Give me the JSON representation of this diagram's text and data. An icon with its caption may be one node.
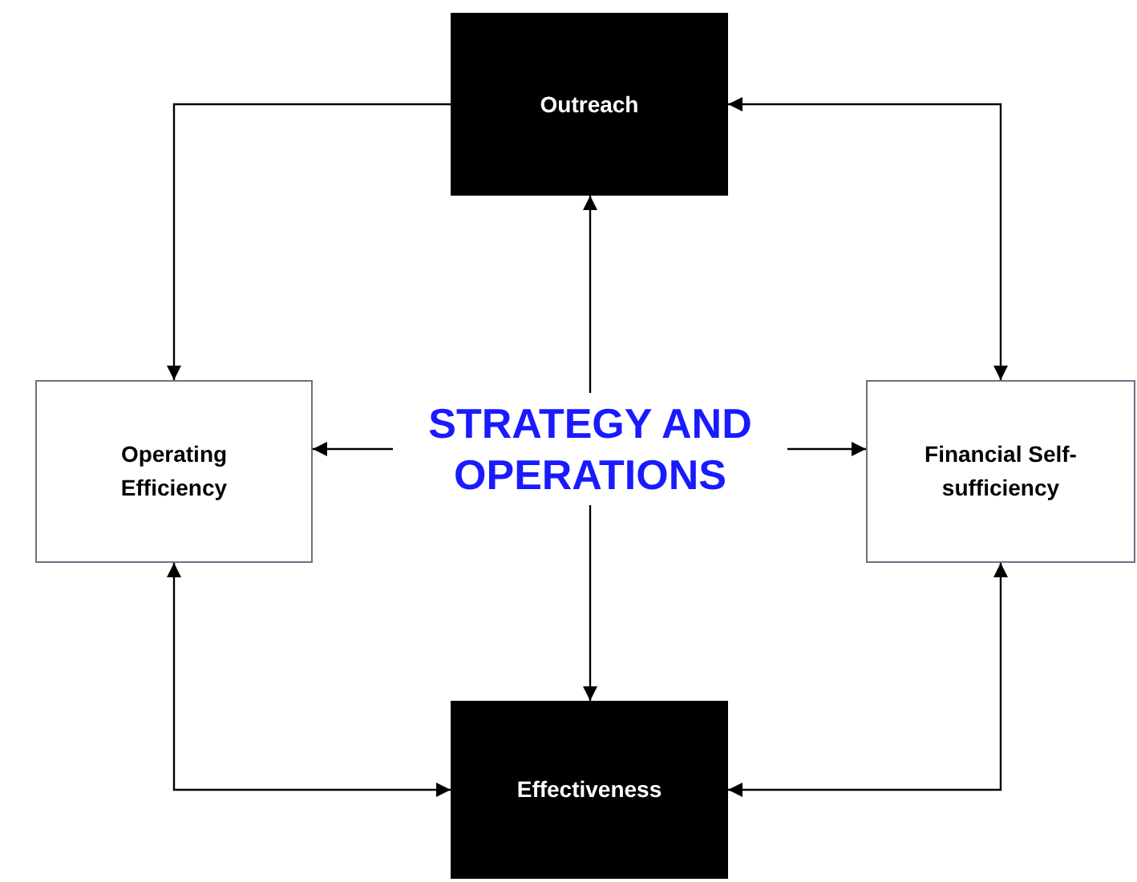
{
  "diagram": {
    "nodes": [
      {
        "text": [
          "Outreach"
        ]
      },
      {
        "text": [
          "Operating Efficiency"
        ]
      },
      {
        "text": [
          "STRATEGY AND OPERATIONS"
        ]
      },
      {
        "text": [
          "Financial Self-sufficiency"
        ]
      },
      {
        "text": [
          "Effectiveness"
        ]
      }
    ],
    "edges": [
      {
        "from": 0,
        "to": 1,
        "arrow": "to"
      },
      {
        "from": 3,
        "to": 0,
        "arrow": "both"
      },
      {
        "from": 2,
        "to": 0,
        "arrow": "to"
      },
      {
        "from": 2,
        "to": 1,
        "arrow": "to"
      },
      {
        "from": 2,
        "to": 3,
        "arrow": "to"
      },
      {
        "from": 2,
        "to": 4,
        "arrow": "to"
      },
      {
        "from": 1,
        "to": 4,
        "arrow": "both"
      },
      {
        "from": 3,
        "to": 4,
        "arrow": "both"
      }
    ]
  }
}
